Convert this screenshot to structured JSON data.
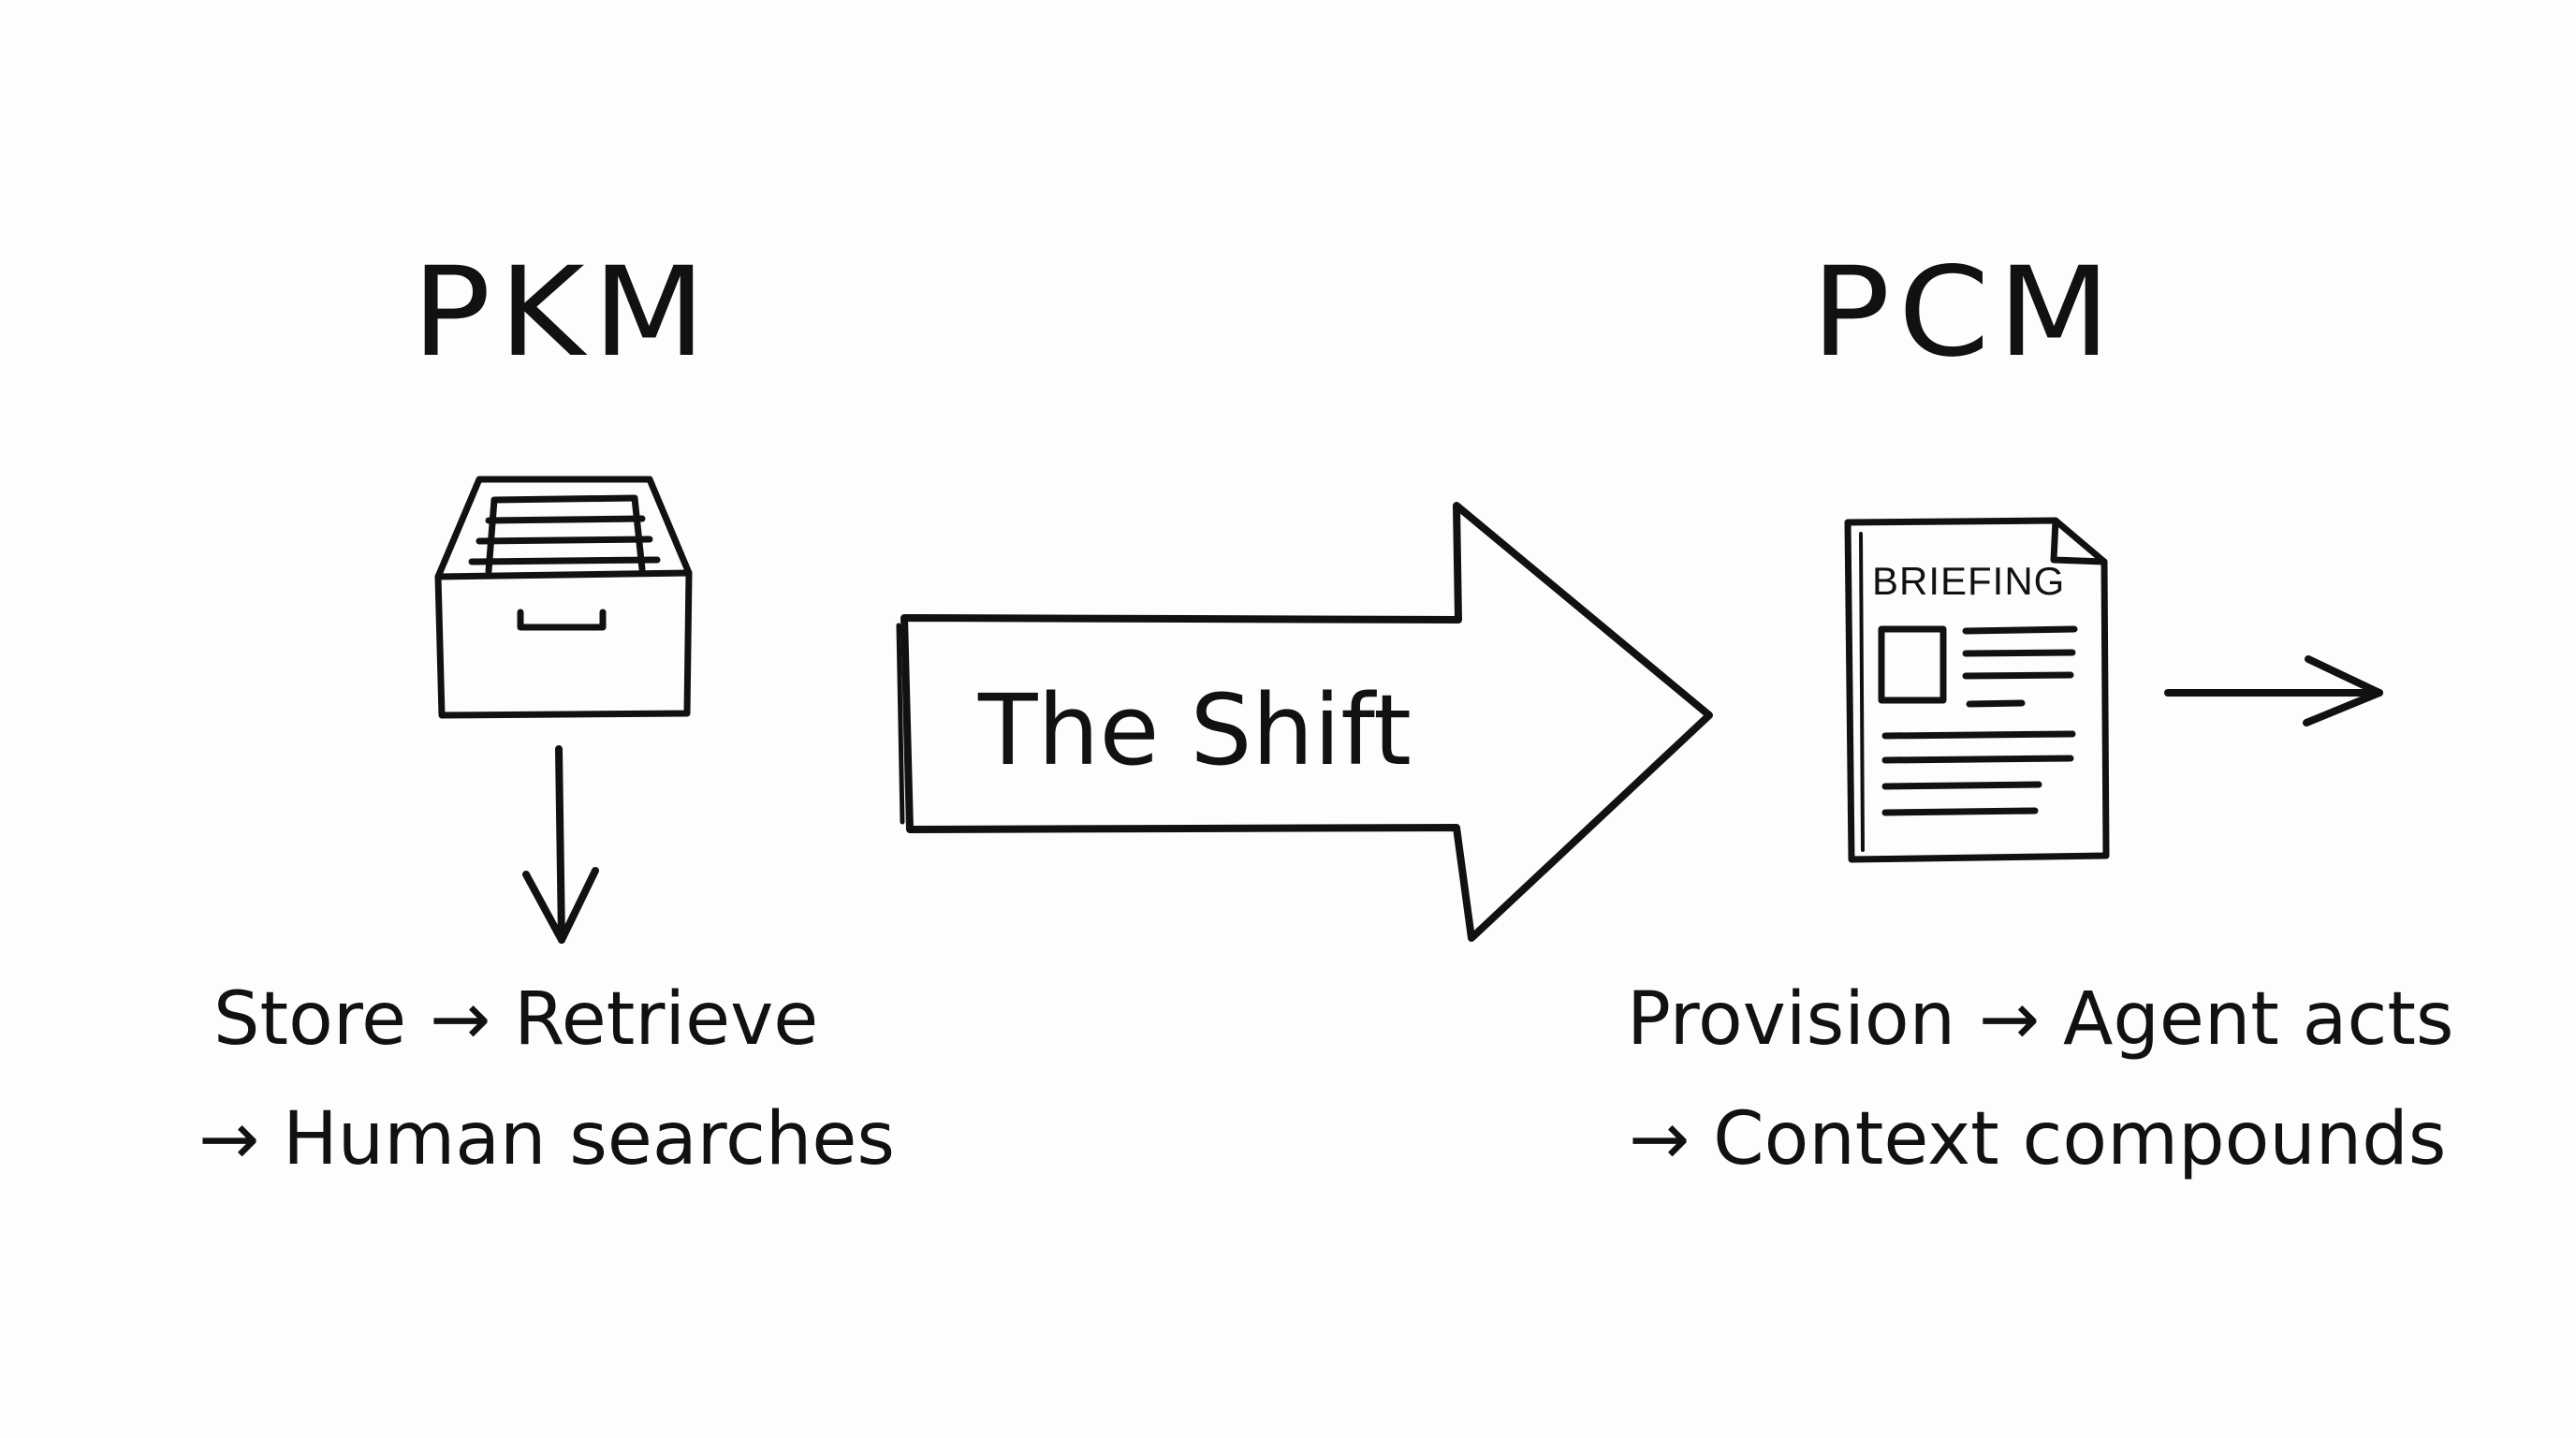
{
  "left": {
    "title": "PKM",
    "line1": "Store → Retrieve",
    "line2": "→ Human searches"
  },
  "center": {
    "label": "The Shift"
  },
  "right": {
    "title": "PCM",
    "document_label": "BRIEFING",
    "line1": "Provision → Agent acts",
    "line2": "→ Context compounds"
  },
  "icons": {
    "left_icon": "file-drawer-icon",
    "right_icon": "briefing-document-icon",
    "big_arrow": "right-arrow-icon"
  },
  "colors": {
    "ink": "#111111",
    "background": "#fdfdfb"
  }
}
